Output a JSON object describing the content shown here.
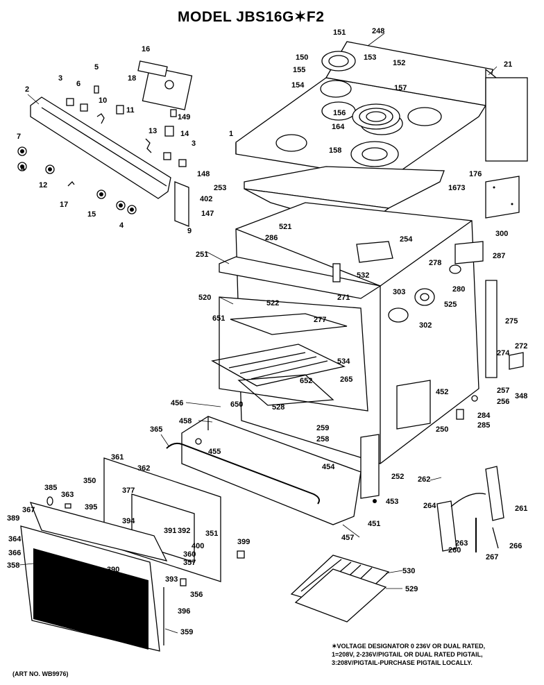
{
  "title": "MODEL JBS16G✶F2",
  "footnote": [
    "✶VOLTAGE DESIGNATOR 0 236V OR DUAL RATED,",
    "1=208V, 2-236V/PIGTAIL OR DUAL RATED PIGTAIL,",
    "3:208V/PIGTAIL-PURCHASE PIGTAIL LOCALLY."
  ],
  "art_no": "(ART NO. WB9976)",
  "parts": {
    "p1": "1",
    "p2": "2",
    "p3a": "3",
    "p3b": "3",
    "p4a": "4",
    "p4b": "4",
    "p5": "5",
    "p6": "6",
    "p7": "7",
    "p9": "9",
    "p10": "10",
    "p11": "11",
    "p12": "12",
    "p13": "13",
    "p14": "14",
    "p15": "15",
    "p16": "16",
    "p17": "17",
    "p18": "18",
    "p21": "21",
    "p147": "147",
    "p148": "148",
    "p149": "149",
    "p150": "150",
    "p151": "151",
    "p152": "152",
    "p153": "153",
    "p154": "154",
    "p155": "155",
    "p156": "156",
    "p157": "157",
    "p158": "158",
    "p164": "164",
    "p176": "176",
    "p248": "248",
    "p250": "250",
    "p251": "251",
    "p252": "252",
    "p253": "253",
    "p254": "254",
    "p256": "256",
    "p257": "257",
    "p258": "258",
    "p259": "259",
    "p260": "260",
    "p261": "261",
    "p262": "262",
    "p263": "263",
    "p264": "264",
    "p265": "265",
    "p266": "266",
    "p267": "267",
    "p271": "271",
    "p272": "272",
    "p274": "274",
    "p275": "275",
    "p277": "277",
    "p278": "278",
    "p280": "280",
    "p284": "284",
    "p285": "285",
    "p286": "286",
    "p287": "287",
    "p300": "300",
    "p302": "302",
    "p303": "303",
    "p348": "348",
    "p350": "350",
    "p351": "351",
    "p356": "356",
    "p357": "357",
    "p358": "358",
    "p359": "359",
    "p360": "360",
    "p361": "361",
    "p362": "362",
    "p363": "363",
    "p364": "364",
    "p365": "365",
    "p366": "366",
    "p367": "367",
    "p377": "377",
    "p385": "385",
    "p389": "389",
    "p390": "390",
    "p391": "391",
    "p392": "392",
    "p393": "393",
    "p394": "394",
    "p395": "395",
    "p396": "396",
    "p399": "399",
    "p400": "400",
    "p402": "402",
    "p451": "451",
    "p452": "452",
    "p453": "453",
    "p454": "454",
    "p455": "455",
    "p456": "456",
    "p457": "457",
    "p458": "458",
    "p520": "520",
    "p521": "521",
    "p522": "522",
    "p525": "525",
    "p528": "528",
    "p529": "529",
    "p530": "530",
    "p532": "532",
    "p534": "534",
    "p650": "650",
    "p651": "651",
    "p652": "652",
    "p1673": "1673"
  }
}
